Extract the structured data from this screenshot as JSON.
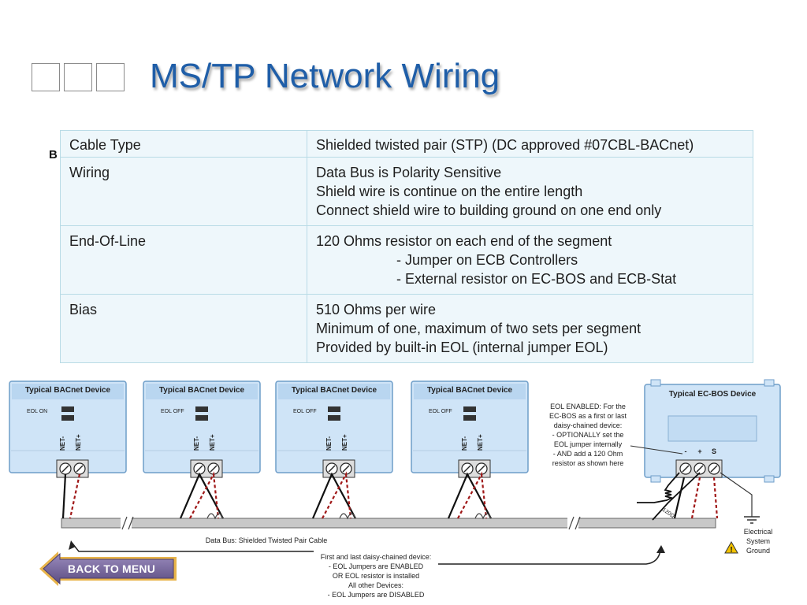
{
  "title": "MS/TP Network Wiring",
  "stray_letter": "B",
  "table": {
    "rows": [
      {
        "key": "Cable Type",
        "lines": [
          "Shielded twisted pair (STP) (DC approved #07CBL-BACnet)"
        ],
        "indent": []
      },
      {
        "key": "Wiring",
        "lines": [
          "Data Bus is Polarity Sensitive",
          "Shield wire is continue on the entire length",
          "Connect shield wire to building ground on one end only"
        ],
        "indent": []
      },
      {
        "key": "End-Of-Line",
        "lines": [
          "120 Ohms resistor on each end of the segment",
          "- Jumper on ECB Controllers",
          "- External resistor on EC-BOS and ECB-Stat"
        ],
        "indent": [
          1,
          2
        ]
      },
      {
        "key": "Bias",
        "lines": [
          "510 Ohms per wire",
          "Minimum of one, maximum of two sets per segment",
          "Provided by built-in EOL (internal jumper EOL)"
        ],
        "indent": []
      }
    ]
  },
  "diagram": {
    "devices": [
      {
        "title": "Typical BACnet Device",
        "eol": "EOL ON",
        "net_minus": "NET-",
        "net_plus": "NET+"
      },
      {
        "title": "Typical BACnet Device",
        "eol": "EOL OFF",
        "net_minus": "NET-",
        "net_plus": "NET+"
      },
      {
        "title": "Typical BACnet Device",
        "eol": "EOL OFF",
        "net_minus": "NET-",
        "net_plus": "NET+"
      },
      {
        "title": "Typical BACnet Device",
        "eol": "EOL OFF",
        "net_minus": "NET-",
        "net_plus": "NET+"
      }
    ],
    "ecbos": {
      "title": "Typical EC-BOS Device",
      "terminals": [
        "-",
        "+",
        "S"
      ]
    },
    "eol_note": [
      "EOL ENABLED: For the",
      "EC-BOS as a first or last",
      "daisy-chained device:",
      "- OPTIONALLY set the",
      "EOL jumper internally",
      "- AND add a 120 Ohm",
      "resistor as shown here"
    ],
    "resistor_label": "120Ω",
    "cable_label": "Data Bus: Shielded Twisted Pair Cable",
    "ground_label": [
      "Electrical",
      "System",
      "Ground"
    ],
    "bottom_note": [
      "First and last daisy-chained device:",
      "- EOL Jumpers are ENABLED",
      "OR EOL resistor is installed",
      "All other Devices:",
      "- EOL Jumpers are DISABLED"
    ]
  },
  "nav": {
    "back_label": "BACK TO MENU"
  },
  "colors": {
    "title": "#1f5ea8",
    "table_border": "#b9dbe6",
    "table_bg": "#eef7fb",
    "device_fill": "#cfe4f7",
    "device_stroke": "#6f9ec9",
    "wire_red": "#a01818",
    "button": "#7b6a9e"
  }
}
